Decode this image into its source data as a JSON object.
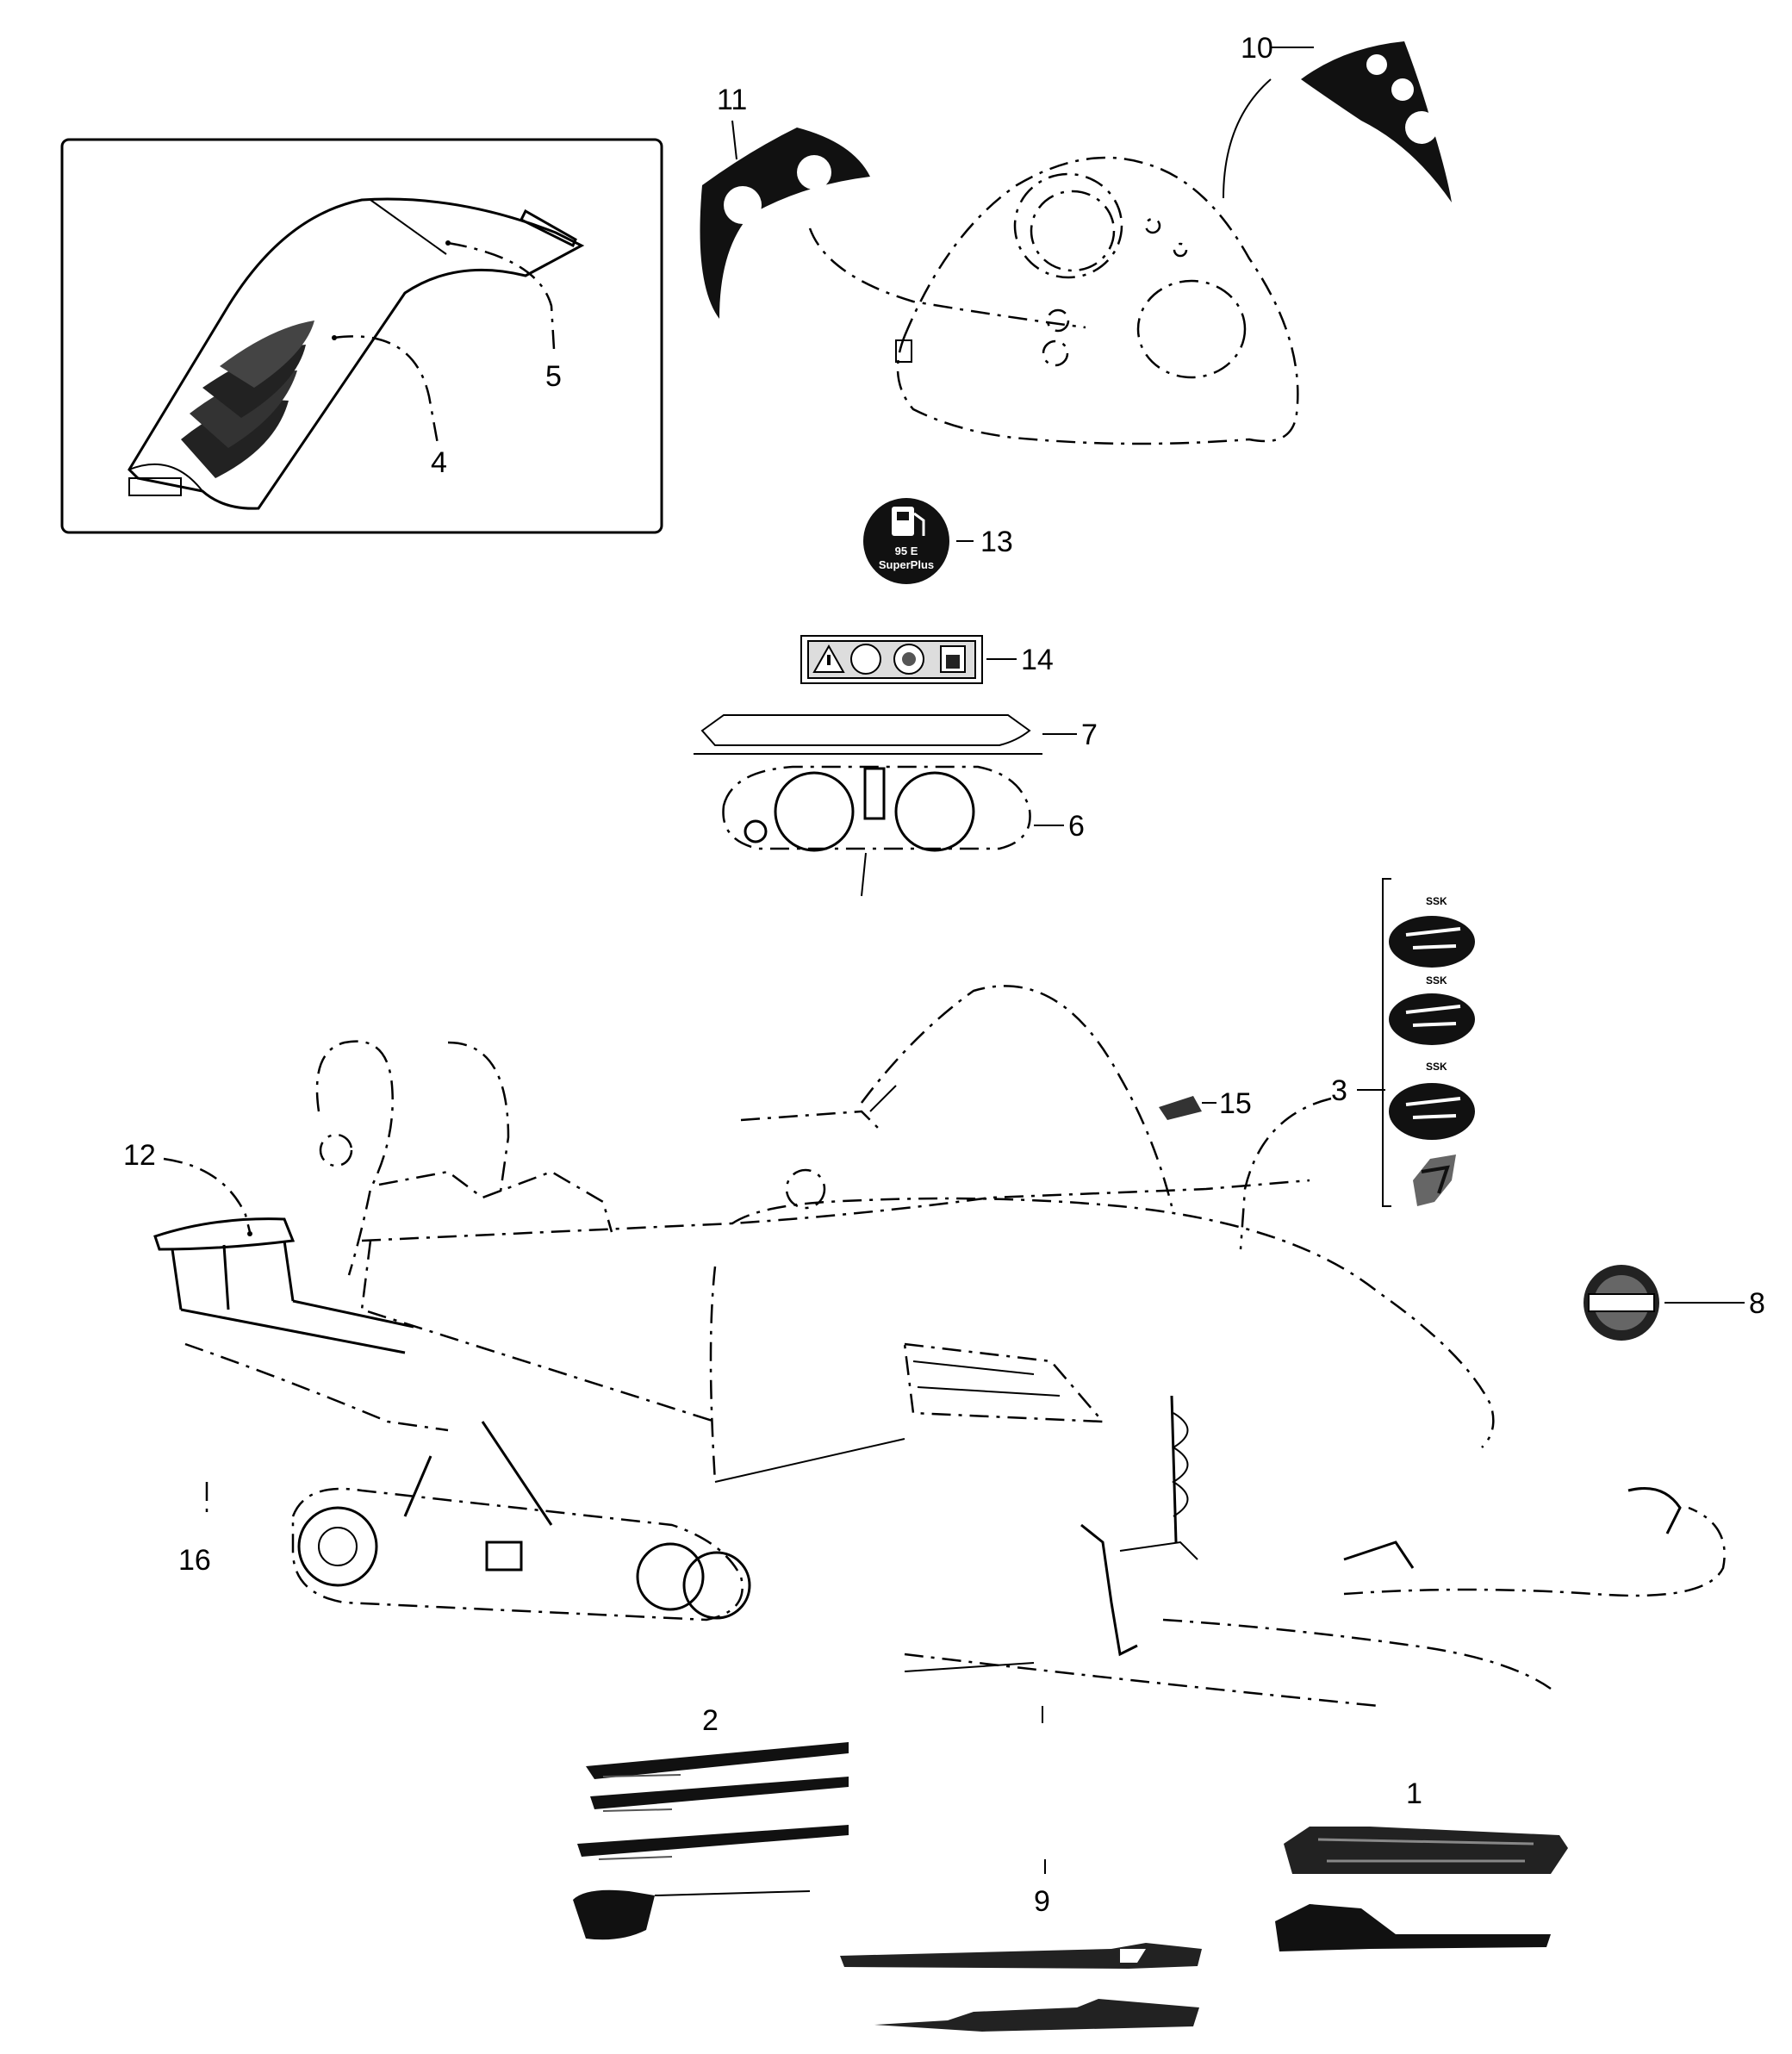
{
  "callouts": {
    "c1": "1",
    "c2": "2",
    "c3": "3",
    "c4": "4",
    "c5": "5",
    "c6": "6",
    "c7": "7",
    "c8": "8",
    "c9": "9",
    "c10": "10",
    "c11": "11",
    "c12": "12",
    "c13": "13",
    "c14": "14",
    "c15": "15",
    "c16": "16"
  },
  "decal_text": {
    "fuel_label_line1": "95 E",
    "fuel_label_line2": "SuperPlus"
  }
}
